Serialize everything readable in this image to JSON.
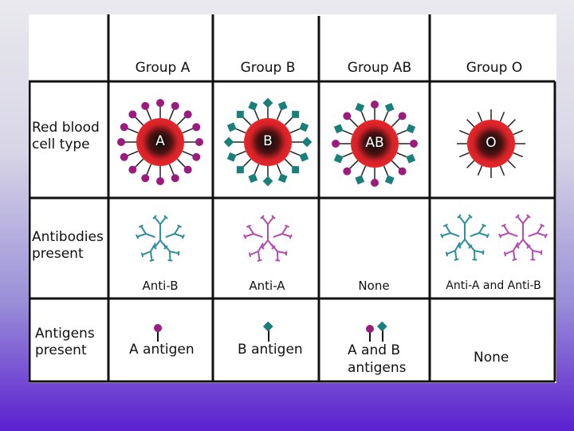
{
  "columns": [
    "Group A",
    "Group B",
    "Group AB",
    "Group O"
  ],
  "rows": {
    "cell_type": [
      "Red blood",
      "cell type"
    ],
    "antibodies": [
      "Antibodies",
      "present"
    ],
    "antigens": [
      "Antigens",
      "present"
    ]
  },
  "cells": {
    "a": "A",
    "b": "B",
    "ab": "AB",
    "o": "O"
  },
  "antibodies": {
    "a": "Anti-B",
    "b": "Anti-A",
    "ab": "None",
    "o": "Anti-A and Anti-B"
  },
  "antigens": {
    "a": "A antigen",
    "b": "B antigen",
    "ab": [
      "A and B",
      "antigens"
    ],
    "o": "None"
  },
  "colors": {
    "cell_red": "#e8262b",
    "antigen_a": "#9b1b7e",
    "antigen_b": "#1a7f7a",
    "antibody_b_teal": "#2f8f9c",
    "antibody_a_pink": "#b34db0",
    "grid": "#111111"
  }
}
